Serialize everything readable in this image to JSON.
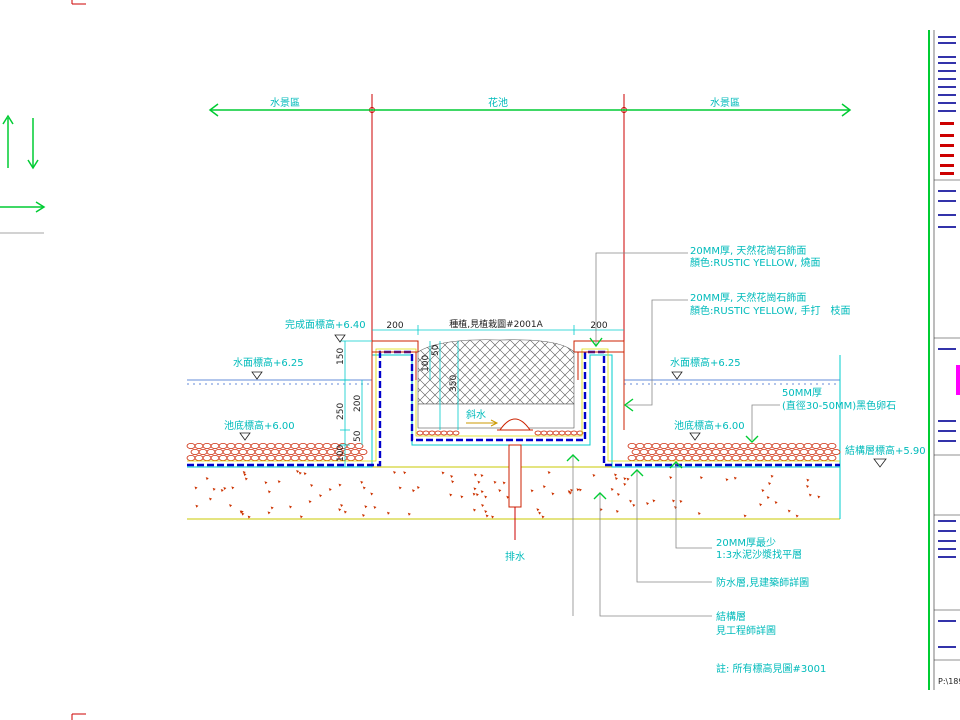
{
  "zones": {
    "left": "水景區",
    "center": "花池",
    "right": "水景區"
  },
  "levels": {
    "finish": "完成面標高+6.40",
    "water_left": "水面標高+6.25",
    "water_right": "水面標高+6.25",
    "pond_left": "池底標高+6.00",
    "pond_right": "池底標高+6.00",
    "structure": "結構層標高+5.90"
  },
  "dims": {
    "top_left": "200",
    "top_right": "200",
    "planting": "種植,見植栽圖#2001A",
    "v150": "150",
    "v250": "250",
    "v200": "200",
    "v50": "50",
    "v100": "100",
    "v100b": "100",
    "v50b": "50",
    "v350": "350"
  },
  "callouts": {
    "granite_polished_1": "20MM厚, 天然花崗石飾面",
    "granite_polished_2": "顏色:RUSTIC YELLOW, 燒面",
    "granite_rough_1": "20MM厚, 天然花崗石飾面",
    "granite_rough_2": "顏色:RUSTIC YELLOW, 手打　枝面",
    "pebble_1": "50MM厚",
    "pebble_2": "(直徑30-50MM)黑色卵石",
    "slope": "斜水",
    "drain": "排水",
    "screed_1": "20MM厚最少",
    "screed_2": "1:3水泥沙漿找平層",
    "waterproof": "防水層,見建築師詳圖",
    "structure_1": "結構層",
    "structure_2": "見工程師詳圖",
    "note": "註: 所有標高見圖#3001"
  },
  "titleblock": {
    "project_code": "P:\\189"
  },
  "colors": {
    "dim": "#00cccc",
    "grid": "#cc0000",
    "arrow": "#00cc33",
    "waterproof": "#0000cc",
    "pebble": "#cc2200",
    "magenta": "#ff00ff"
  }
}
